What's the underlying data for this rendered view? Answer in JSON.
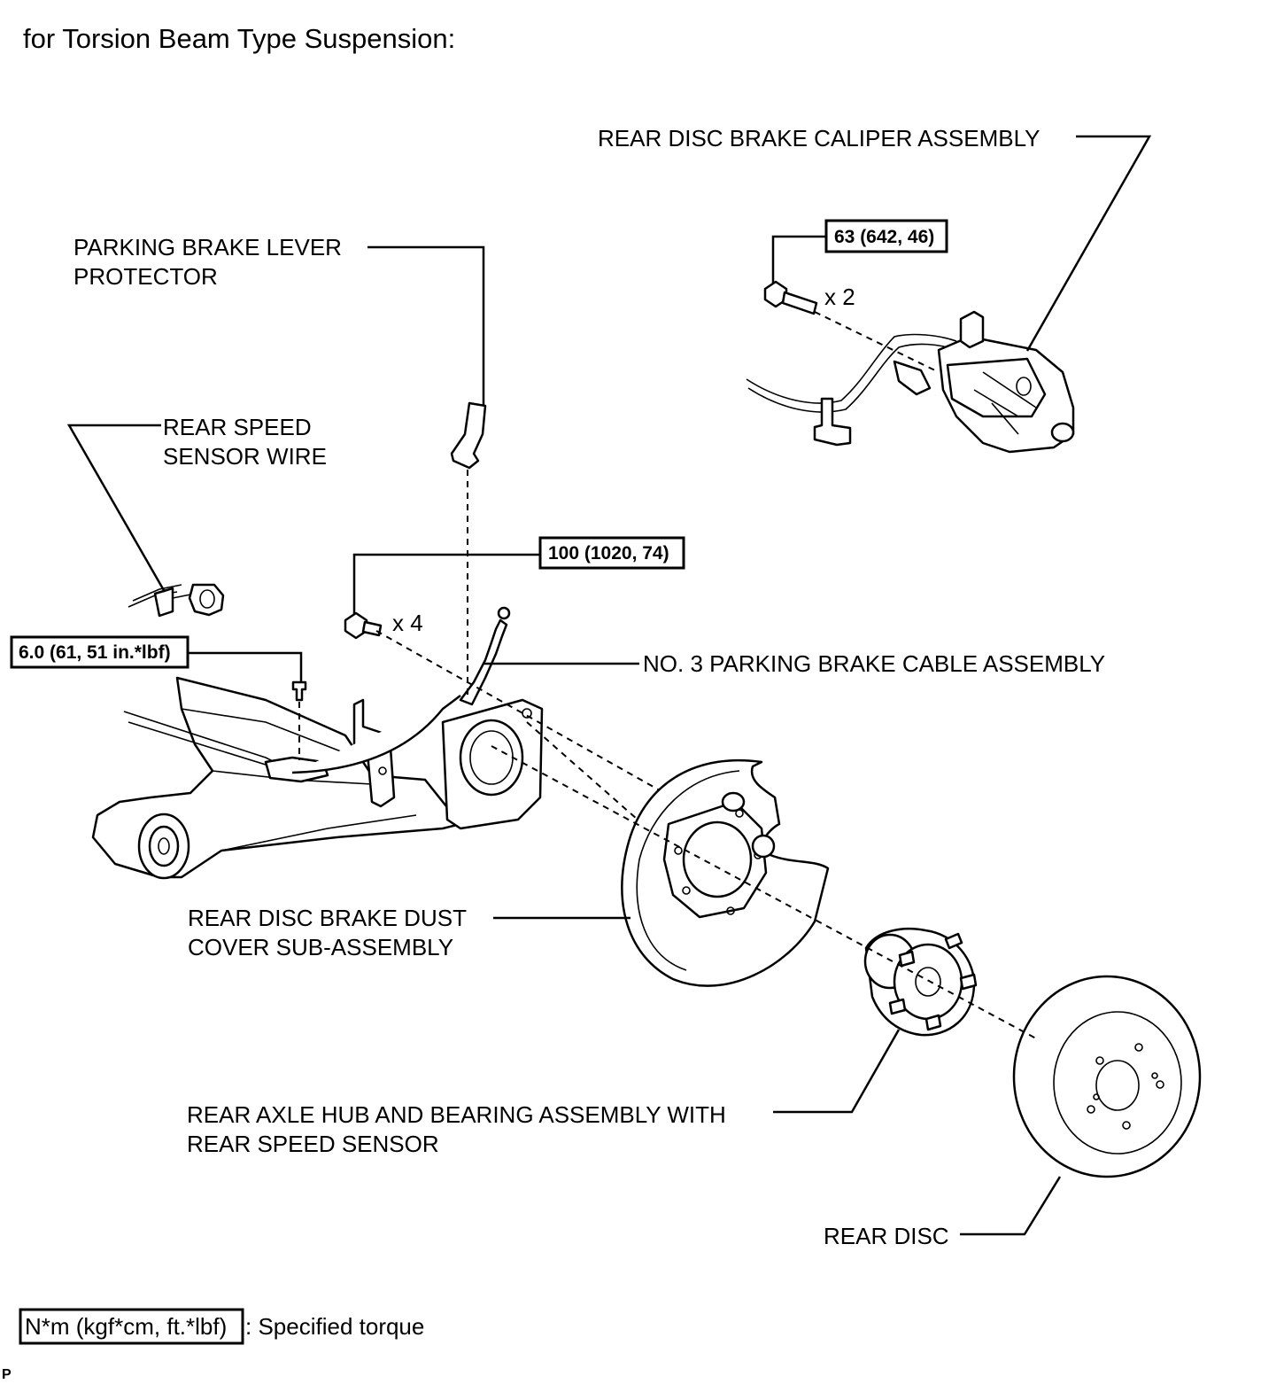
{
  "title": "for Torsion Beam Type Suspension:",
  "labels": {
    "caliper": "REAR DISC BRAKE CALIPER ASSEMBLY",
    "lever_protector_1": "PARKING BRAKE LEVER",
    "lever_protector_2": "PROTECTOR",
    "speed_wire_1": "REAR SPEED",
    "speed_wire_2": "SENSOR WIRE",
    "cable": "NO. 3 PARKING BRAKE CABLE ASSEMBLY",
    "dust_cover_1": "REAR DISC BRAKE DUST",
    "dust_cover_2": "COVER SUB-ASSEMBLY",
    "hub_1": "REAR AXLE HUB AND BEARING ASSEMBLY WITH",
    "hub_2": "REAR SPEED SENSOR",
    "disc": "REAR DISC"
  },
  "torques": {
    "caliper_bolt": "63 (642, 46)",
    "hub_bolt": "100 (1020, 74)",
    "clamp_bolt": "6.0 (61, 51 in.*lbf)"
  },
  "quantities": {
    "caliper_bolt": "x 2",
    "hub_bolt": "x 4"
  },
  "legend": {
    "box_text": "N*m (kgf*cm, ft.*lbf)",
    "description": ": Specified torque"
  },
  "corner_mark": "P"
}
